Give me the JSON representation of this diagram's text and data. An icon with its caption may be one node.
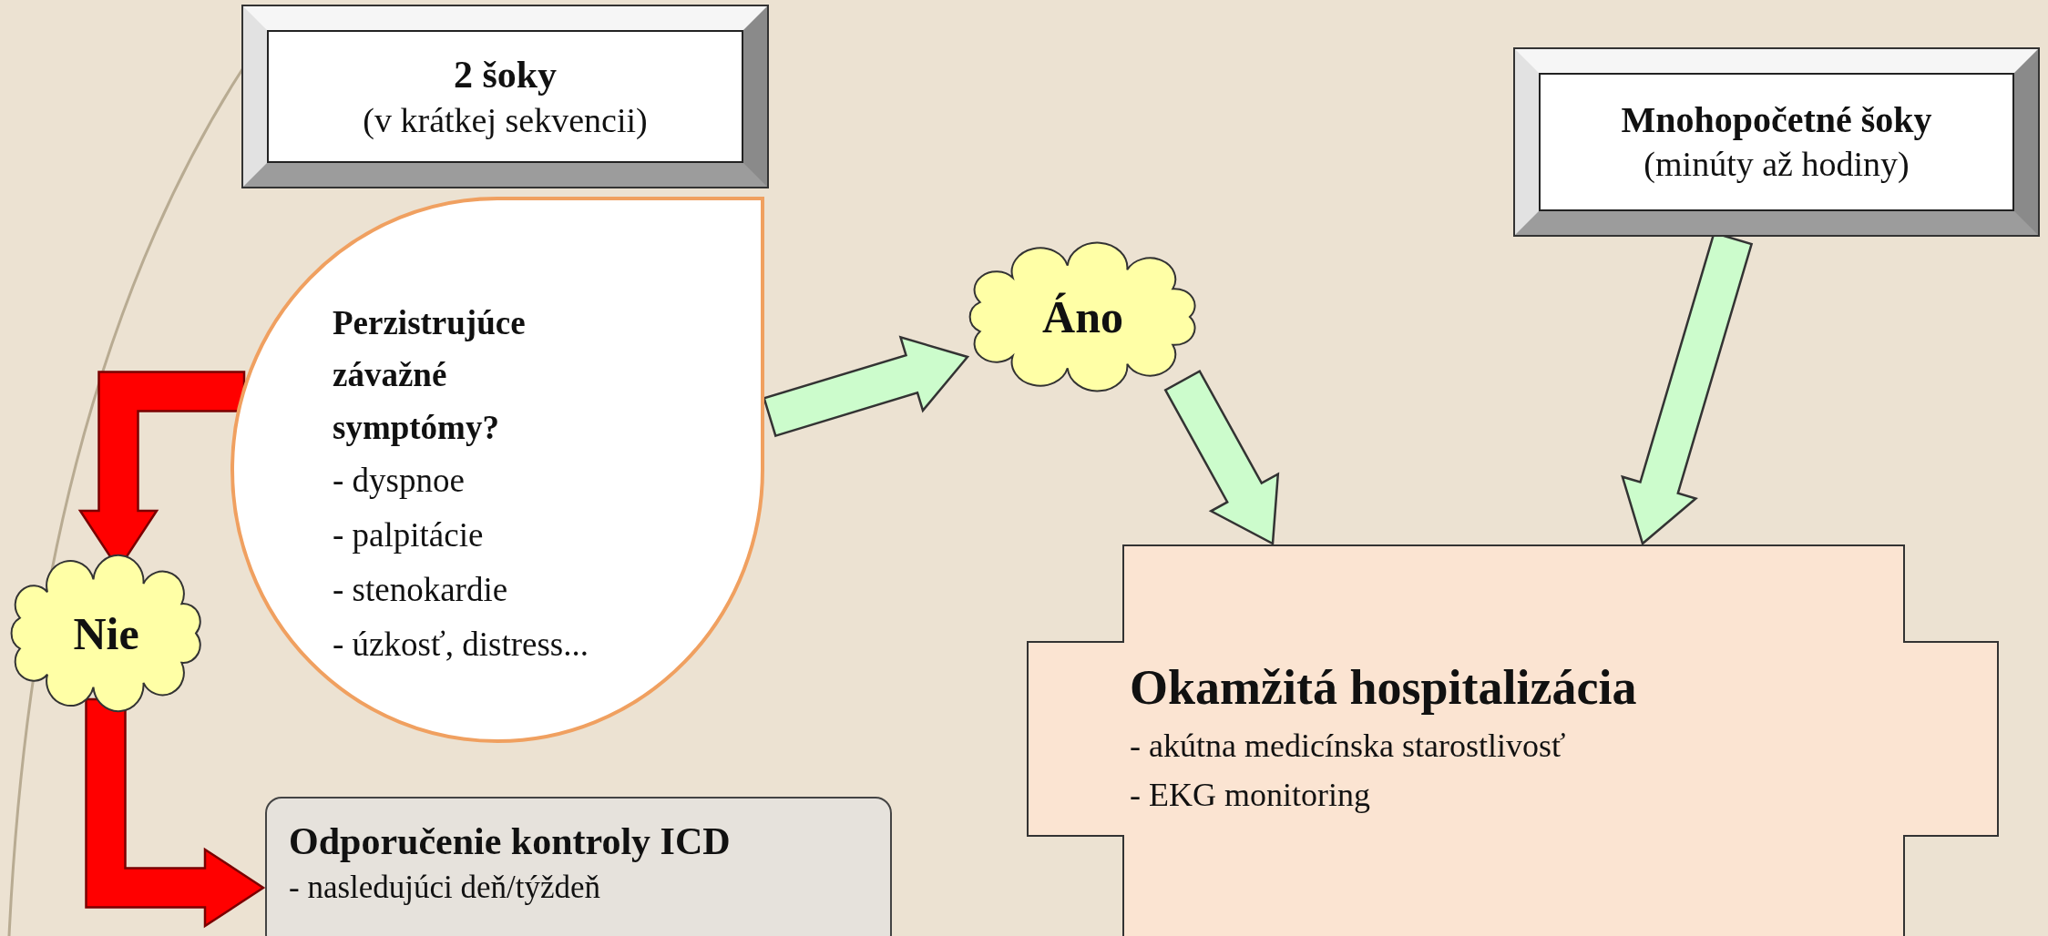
{
  "diagram": {
    "nodes": [
      {
        "text": [
          "2 šoky",
          "(v krátkej sekvencii)"
        ]
      },
      {
        "text": [
          "Perzistrujúce závažné symptómy?",
          "- dyspnoe",
          "- palpitácie",
          "- stenokardie",
          "- úzkosť, distress..."
        ]
      },
      {
        "text": [
          "Áno"
        ]
      },
      {
        "text": [
          "Mnohopočetné šoky",
          "(minúty až hodiny)"
        ]
      },
      {
        "text": [
          "Nie"
        ]
      },
      {
        "text": [
          "Okamžitá hospitalizácia",
          "- akútna medicínska starostlivosť",
          "- EKG monitoring"
        ]
      },
      {
        "text": [
          "Odporučenie kontroly ICD",
          "- nasledujúci deň/týždeň"
        ]
      }
    ],
    "edges": [
      {
        "from": 1,
        "to": 2,
        "arrow": "to"
      },
      {
        "from": 2,
        "to": 5,
        "arrow": "to"
      },
      {
        "from": 3,
        "to": 5,
        "arrow": "to"
      },
      {
        "from": 1,
        "to": 4,
        "arrow": "to",
        "color": "#ff0000"
      },
      {
        "from": 4,
        "to": 6,
        "arrow": "to",
        "color": "#ff0000"
      }
    ]
  }
}
